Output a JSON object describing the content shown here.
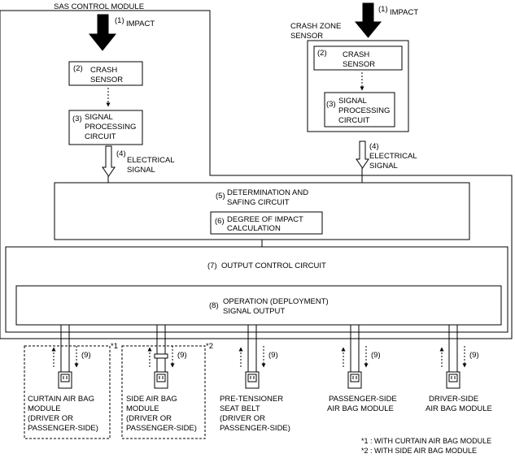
{
  "sas_module": {
    "title": "SAS CONTROL MODULE"
  },
  "impact_left": {
    "num": "(1)",
    "label": "IMPACT"
  },
  "crash_sensor_left": {
    "num": "(2)",
    "line1": "CRASH",
    "line2": "SENSOR"
  },
  "signal_left": {
    "num": "(3)",
    "line1": "SIGNAL",
    "line2": "PROCESSING",
    "line3": "CIRCUIT"
  },
  "elec_left": {
    "num": "(4)",
    "line1": "ELECTRICAL",
    "line2": "SIGNAL"
  },
  "impact_right": {
    "num": "(1)",
    "label": "IMPACT"
  },
  "czs": {
    "line1": "CRASH ZONE",
    "line2": "SENSOR"
  },
  "crash_sensor_right": {
    "num": "(2)",
    "line1": "CRASH",
    "line2": "SENSOR"
  },
  "signal_right": {
    "num": "(3)",
    "line1": "SIGNAL",
    "line2": "PROCESSING",
    "line3": "CIRCUIT"
  },
  "elec_right": {
    "num": "(4)",
    "line1": "ELECTRICAL",
    "line2": "SIGNAL"
  },
  "determination": {
    "num": "(5)",
    "line1": "DETERMINATION AND",
    "line2": "SAFING CIRCUIT"
  },
  "degree": {
    "num": "(6)",
    "line1": "DEGREE OF IMPACT",
    "line2": "CALCULATION"
  },
  "output_control": {
    "num": "(7)",
    "label": "OUTPUT CONTROL CIRCUIT"
  },
  "operation": {
    "num": "(8)",
    "line1": "OPERATION (DEPLOYMENT)",
    "line2": "SIGNAL OUTPUT"
  },
  "modules": [
    {
      "num": "(9)",
      "lines": [
        "CURTAIN AIR BAG",
        "MODULE",
        "(DRIVER OR",
        "PASSENGER-SIDE)"
      ],
      "marker": "*1"
    },
    {
      "num": "(9)",
      "lines": [
        "SIDE AIR BAG",
        "MODULE",
        "(DRIVER OR",
        "PASSENGER-SIDE)"
      ],
      "marker": "*2"
    },
    {
      "num": "(9)",
      "lines": [
        "PRE-TENSIONER",
        "SEAT BELT",
        "(DRIVER OR",
        "PASSENGER-SIDE)"
      ]
    },
    {
      "num": "(9)",
      "lines": [
        "PASSENGER-SIDE",
        "AIR BAG MODULE"
      ]
    },
    {
      "num": "(9)",
      "lines": [
        "DRIVER-SIDE",
        "AIR BAG MODULE"
      ]
    }
  ],
  "footnotes": [
    "*1 : WITH CURTAIN AIR BAG MODULE",
    "*2 : WITH SIDE AIR BAG MODULE"
  ]
}
